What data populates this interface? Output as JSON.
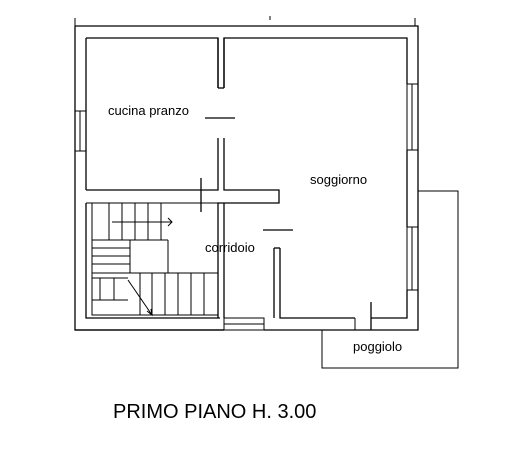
{
  "rooms": {
    "cucina": "cucina pranzo",
    "soggiorno": "soggiorno",
    "corridoio": "corridoio",
    "poggiolo": "poggiolo"
  },
  "title": "PRIMO PIANO H. 3.00"
}
